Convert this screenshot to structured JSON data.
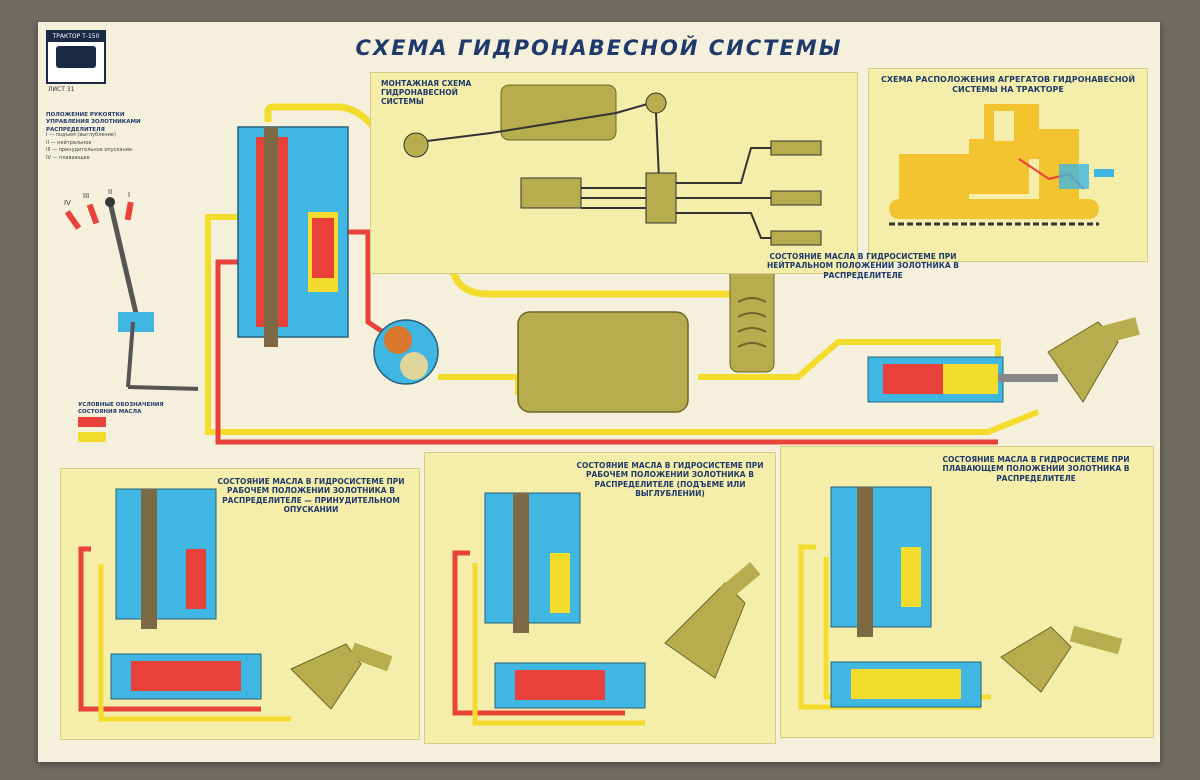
{
  "poster": {
    "title": "СХЕМА ГИДРОНАВЕСНОЙ СИСТЕМЫ",
    "corner_label": "ТРАКТОР Т-150",
    "sheet_label": "ЛИСТ 31"
  },
  "handle_section": {
    "title": "ПОЛОЖЕНИЕ РУКОЯТКИ УПРАВЛЕНИЯ ЗОЛОТНИКАМИ РАСПРЕДЕЛИТЕЛЯ",
    "items": [
      "I — подъем (выглубление)",
      "II — нейтральное",
      "III — принудительное опускание",
      "IV — плавающее"
    ],
    "positions": [
      "IV",
      "III",
      "II",
      "I"
    ]
  },
  "mount_section": {
    "title": "МОНТАЖНАЯ СХЕМА ГИДРОНАВЕСНОЙ СИСТЕМЫ"
  },
  "tractor_section": {
    "title": "СХЕМА РАСПОЛОЖЕНИЯ АГРЕГАТОВ ГИДРОНАВЕСНОЙ СИСТЕМЫ НА ТРАКТОРЕ"
  },
  "neutral_section": {
    "title": "СОСТОЯНИЕ МАСЛА В ГИДРОСИСТЕМЕ ПРИ НЕЙТРАЛЬНОМ ПОЛОЖЕНИИ ЗОЛОТНИКА В РАСПРЕДЕЛИТЕЛЕ"
  },
  "legend": {
    "title": "УСЛОВНЫЕ ОБОЗНАЧЕНИЯ СОСТОЯНИЯ МАСЛА",
    "colors": {
      "pressure": "#e8423a",
      "low": "#f3dc2c",
      "drain": "#40b7e3"
    }
  },
  "states": [
    {
      "title": "СОСТОЯНИЕ МАСЛА В ГИДРОСИСТЕМЕ ПРИ РАБОЧЕМ ПОЛОЖЕНИИ ЗОЛОТНИКА В РАСПРЕДЕЛИТЕЛЕ — ПРИНУДИТЕЛЬНОМ ОПУСКАНИИ"
    },
    {
      "title": "СОСТОЯНИЕ МАСЛА В ГИДРОСИСТЕМЕ ПРИ РАБОЧЕМ ПОЛОЖЕНИИ ЗОЛОТНИКА В РАСПРЕДЕЛИТЕЛЕ (ПОДЪЕМЕ ИЛИ ВЫГЛУБЛЕНИИ)"
    },
    {
      "title": "СОСТОЯНИЕ МАСЛА В ГИДРОСИСТЕМЕ ПРИ ПЛАВАЮЩЕМ ПОЛОЖЕНИИ ЗОЛОТНИКА В РАСПРЕДЕЛИТЕЛЕ"
    }
  ],
  "colors": {
    "poster_bg": "#f4f0dc",
    "panel_bg": "#f5eeaa",
    "title_blue": "#1f3a6a",
    "red_line": "#e8423a",
    "yellow_line": "#f3dc2c",
    "blue_body": "#40b7e3",
    "olive_tank": "#b7ad4e",
    "tractor_yellow": "#f4c430"
  }
}
